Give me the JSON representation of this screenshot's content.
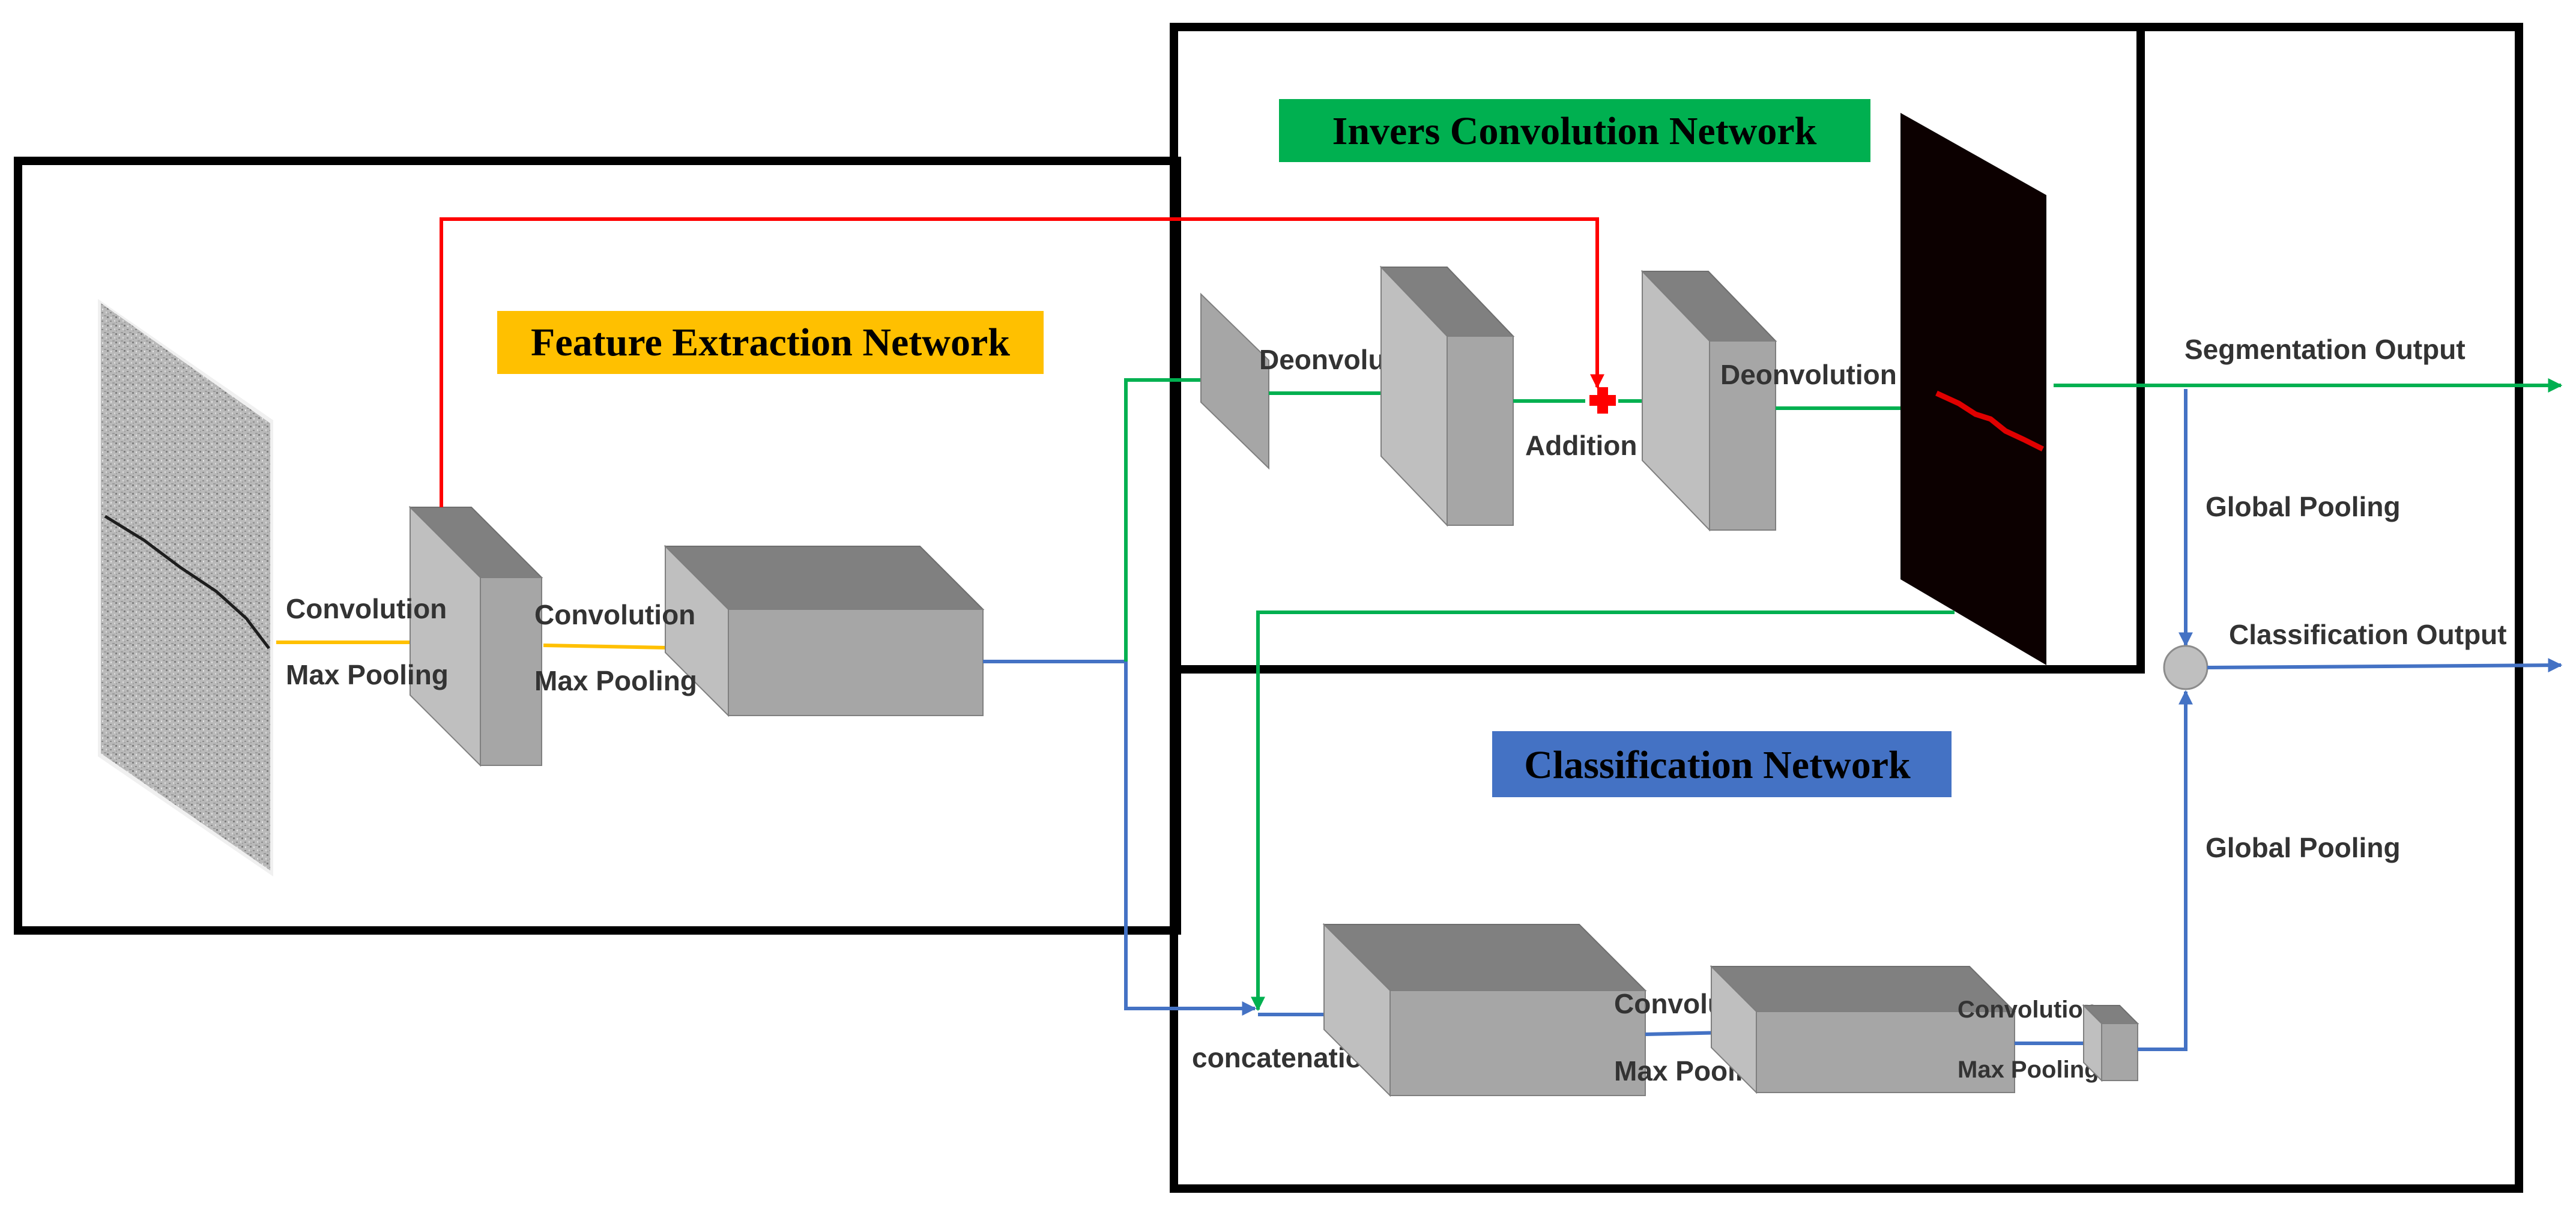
{
  "titles": {
    "feature_extraction": "Feature Extraction Network",
    "inverse_convolution": "Invers Convolution Network",
    "classification": "Classification Network"
  },
  "labels": {
    "conv1_top": "Convolution",
    "conv1_bottom": "Max Pooling",
    "conv2_top": "Convolution",
    "conv2_bottom": "Max Pooling",
    "deconv1": "Deonvolution",
    "deconv2": "Deonvolution",
    "addition": "Addition",
    "segmentation_output": "Segmentation Output",
    "global_pooling_top": "Global Pooling",
    "classification_output": "Classification Output",
    "global_pooling_bottom": "Global Pooling",
    "concatenation": "concatenation",
    "conv3_top": "Convolution",
    "conv3_bottom": "Max Pooling",
    "conv4_top": "Convolution",
    "conv4_bottom": "Max Pooling"
  },
  "colors": {
    "feature_title_bg": "#FFC000",
    "inverse_title_bg": "#00B050",
    "classification_title_bg": "#4472C4",
    "arrow_yellow": "#FFC000",
    "arrow_red": "#FF0000",
    "arrow_green": "#00B050",
    "arrow_blue": "#4472C4",
    "box_front": "#A6A6A6",
    "box_top": "#808080",
    "box_side": "#8C8C8C"
  }
}
